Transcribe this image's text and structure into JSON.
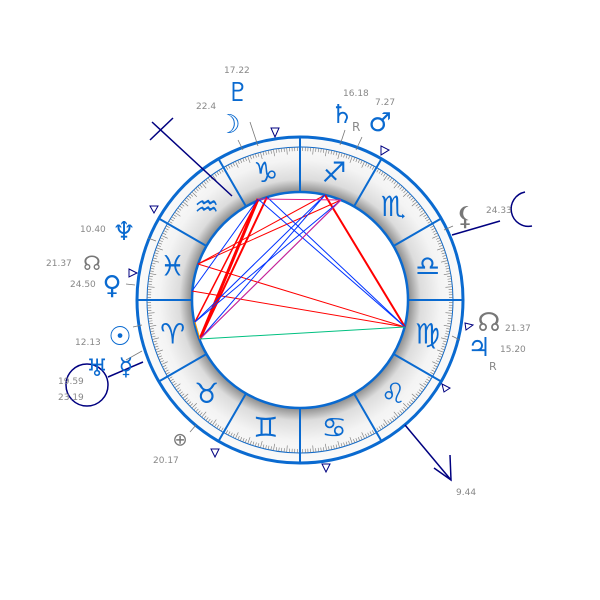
{
  "signs": [
    {
      "name": "aries",
      "glyph": "♈"
    },
    {
      "name": "taurus",
      "glyph": "♉"
    },
    {
      "name": "gemini",
      "glyph": "♊"
    },
    {
      "name": "cancer",
      "glyph": "♋"
    },
    {
      "name": "leo",
      "glyph": "♌"
    },
    {
      "name": "virgo",
      "glyph": "♍"
    },
    {
      "name": "libra",
      "glyph": "♎"
    },
    {
      "name": "scorpio",
      "glyph": "♏"
    },
    {
      "name": "sagittarius",
      "glyph": "♐"
    },
    {
      "name": "capricorn",
      "glyph": "♑"
    },
    {
      "name": "aquarius",
      "glyph": "♒"
    },
    {
      "name": "pisces",
      "glyph": "♓"
    }
  ],
  "planets": {
    "pluto": {
      "glyph": "♇",
      "degree": "17.22"
    },
    "moon": {
      "glyph": "☽",
      "degree": "22.4"
    },
    "saturn": {
      "glyph": "♄",
      "degree": "16.18",
      "retro": "R"
    },
    "mars": {
      "glyph": "♂",
      "degree": "7.27"
    },
    "lilith": {
      "glyph": "⚸",
      "degree": "24.33"
    },
    "north_node": {
      "glyph": "☊",
      "degree": "21.37"
    },
    "jupiter": {
      "glyph": "♃",
      "degree": "15.20",
      "retro": "R"
    },
    "neptune": {
      "glyph": "♆",
      "degree": "10.40"
    },
    "south_node": {
      "glyph": "☊",
      "degree": "21.37"
    },
    "venus": {
      "glyph": "♀",
      "degree": "24.50"
    },
    "sun": {
      "glyph": "☉",
      "degree": "12.13"
    },
    "uranus": {
      "glyph": "♅",
      "degree": "19.59"
    },
    "mercury": {
      "glyph": "☿",
      "degree": "23.19"
    },
    "fortune": {
      "glyph": "⊕",
      "degree": "20.17"
    },
    "mc": {
      "degree": "9.44"
    }
  },
  "aspect_colors": {
    "opposition": "#ff0000",
    "square": "#ff0000",
    "trine": "#0033ff",
    "sextile": "#0033ff",
    "quincunx": "#00c080",
    "minor": "#e0208a"
  }
}
